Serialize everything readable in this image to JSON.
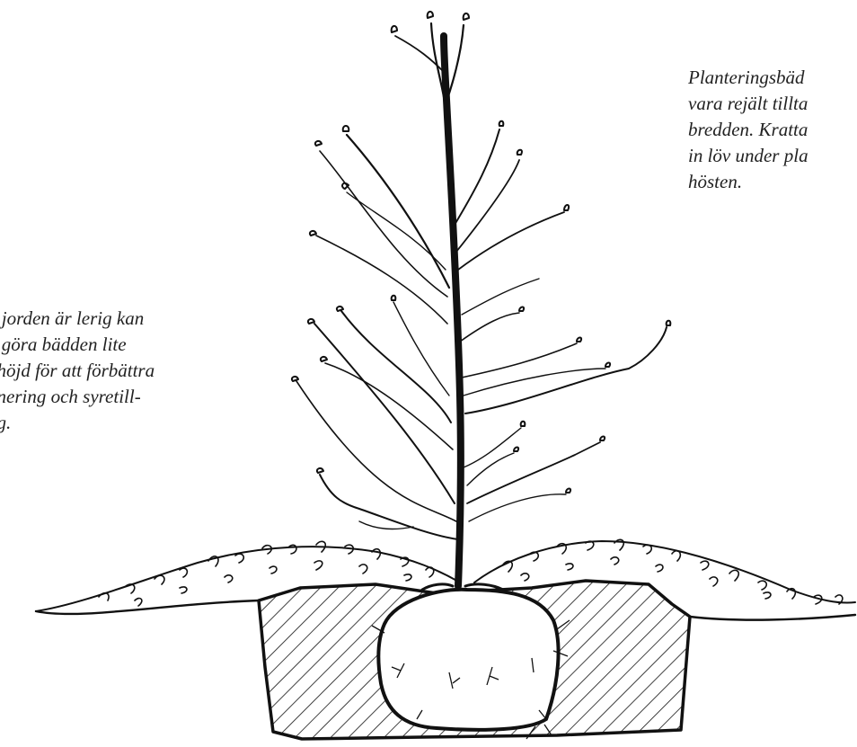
{
  "notes": {
    "left": {
      "lines": [
        "n jorden är lerig kan",
        "n göra bädden lite",
        "phöjd för att förbättra",
        "änering och syretill-",
        "ng."
      ]
    },
    "right": {
      "lines": [
        "Planteringsbäd",
        "vara rejält tillta",
        "bredden. Kratta",
        "in löv under pla",
        "hösten."
      ]
    }
  },
  "colors": {
    "ink": "#111111",
    "paper": "#ffffff",
    "text": "#222222"
  }
}
